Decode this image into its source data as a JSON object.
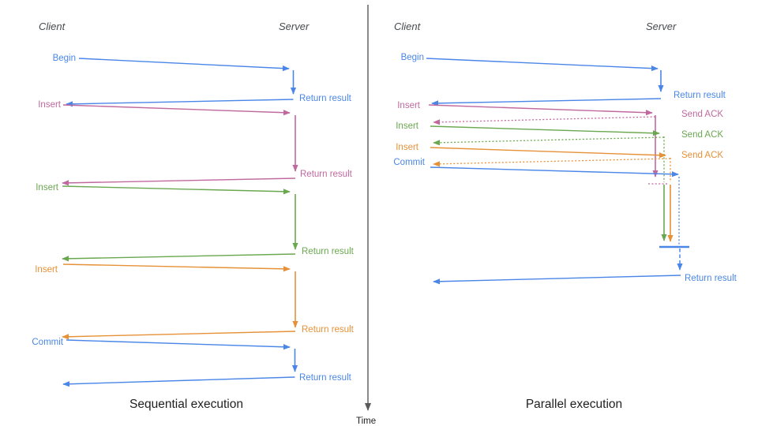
{
  "colors": {
    "blue": "#4a86e8",
    "pink": "#c0699e",
    "green": "#6aa84f",
    "orange": "#e69138",
    "axis": "#58595b",
    "heading": "#46494e",
    "title": "#1f1f1f"
  },
  "time_axis": {
    "label": "Time"
  },
  "panels": [
    {
      "title": "Sequential execution",
      "client_label": "Client",
      "server_label": "Server",
      "operations": [
        {
          "command": "Begin",
          "color": "blue",
          "response": "Return result"
        },
        {
          "command": "Insert",
          "color": "pink",
          "response": "Return result"
        },
        {
          "command": "Insert",
          "color": "green",
          "response": "Return result"
        },
        {
          "command": "Insert",
          "color": "orange",
          "response": "Return result"
        },
        {
          "command": "Commit",
          "color": "blue",
          "response": "Return result"
        }
      ]
    },
    {
      "title": "Parallel execution",
      "client_label": "Client",
      "server_label": "Server",
      "operations": [
        {
          "command": "Begin",
          "color": "blue",
          "response": "Return result"
        },
        {
          "command": "Insert",
          "color": "pink",
          "response": "Send ACK"
        },
        {
          "command": "Insert",
          "color": "green",
          "response": "Send ACK"
        },
        {
          "command": "Insert",
          "color": "orange",
          "response": "Send ACK"
        },
        {
          "command": "Commit",
          "color": "blue",
          "response": "Return result"
        }
      ]
    }
  ]
}
